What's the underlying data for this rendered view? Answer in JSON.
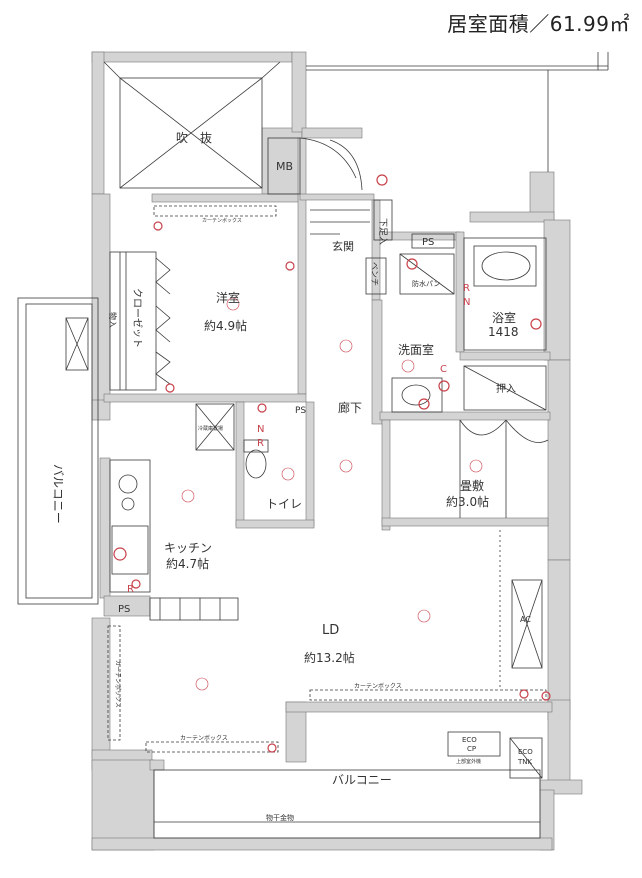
{
  "header": {
    "floor_area": "居室面積／61.99㎡"
  },
  "rooms": {
    "atrium": "吹　抜",
    "mb": "MB",
    "western_room": "洋室",
    "western_room_size": "約4.9帖",
    "closet": "クローゼット",
    "storage_small": "物入",
    "entrance": "玄関",
    "shoe_box": "下足入",
    "bench": "ベンチ",
    "ps_top": "PS",
    "waterproof_pan": "防水パン",
    "bath": "浴室",
    "bath_size": "1418",
    "washroom": "洗面室",
    "hallway": "廊下",
    "ps_hall": "PS",
    "storage_right": "押入",
    "tatami": "畳敷",
    "tatami_size": "約3.0帖",
    "toilet": "トイレ",
    "kitchen": "キッチン",
    "kitchen_size": "約4.7帖",
    "ps_kitchen": "PS",
    "ld": "LD",
    "ld_size": "約13.2帖",
    "balcony_left": "バルコニー",
    "balcony_bottom": "バルコニー",
    "ac": "AC",
    "eco_cp": "ECO\nCP",
    "eco_cp_line1": "ECO",
    "eco_cp_line2": "CP",
    "eco_note": "上部室外機",
    "eco_tnk_line1": "ECO",
    "eco_tnk_line2": "TNK",
    "laundry_bar": "物干金物",
    "fridge": "冷蔵庫置場",
    "curtain_box": "カーテンボックス"
  },
  "colors": {
    "wall": "#d4d4d4",
    "line": "#3a3a3a",
    "accent": "#c8414b"
  }
}
